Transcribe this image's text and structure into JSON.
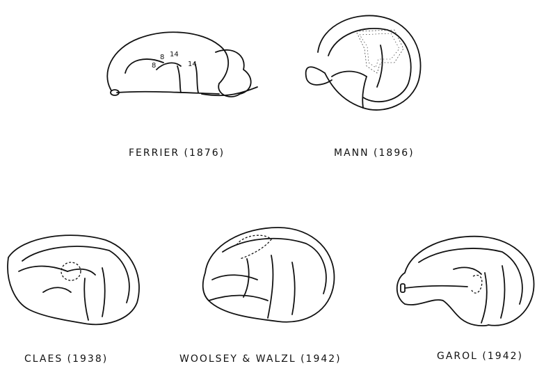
{
  "figures": [
    {
      "caption": "FERRIER (1876)",
      "labels": [
        "8",
        "8",
        "14",
        "14"
      ]
    },
    {
      "caption": "MANN (1896)"
    },
    {
      "caption": "CLAES (1938)"
    },
    {
      "caption": "WOOLSEY & WALZL (1942)"
    },
    {
      "caption": "GAROL (1942)"
    }
  ]
}
